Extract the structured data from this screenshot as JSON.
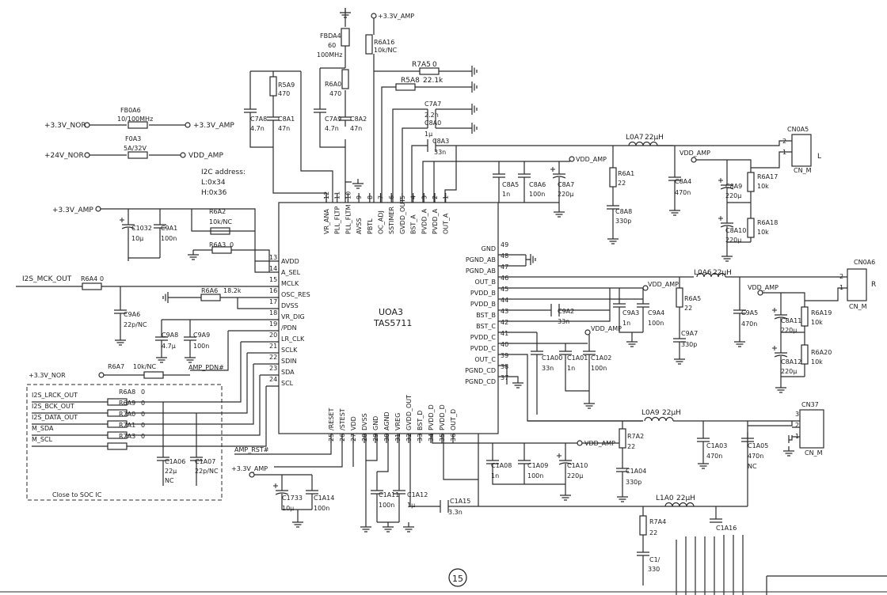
{
  "ic": {
    "ref": "UOA3",
    "part": "TAS5711"
  },
  "i2c": {
    "title": "I2C address:",
    "l": "L:0x34",
    "h": "H:0x36"
  },
  "page_number": "15",
  "soc_box_label": "Close to SOC IC",
  "nets": {
    "v33_nor": "+3.3V_NOR",
    "v33_amp": "+3.3V_AMP",
    "v24_nor": "+24V_NOR",
    "vdd_amp": "VDD_AMP",
    "i2s_mck_out": "I2S_MCK_OUT",
    "v33_amp_nor": "+3.3V_NOR",
    "amp_pdn": "AMP_PDN#",
    "amp_rst": "AMP_RST#",
    "i2s_lrck_out": "I2S_LRCK_OUT",
    "i2s_bck_out": "I2S_BCK_OUT",
    "i2s_data_out": "I2S_DATA_OUT",
    "m_sda": "M_SDA",
    "m_scl": "M_SCL"
  },
  "components": {
    "fb0a6": {
      "ref": "FB0A6",
      "val": "10/100MHz"
    },
    "f0a3": {
      "ref": "F0A3",
      "val": "5A/32V"
    },
    "fbda4": {
      "ref": "FBDA4",
      "val": "60",
      "val2": "100MHz"
    },
    "r6a16": {
      "ref": "R6A16",
      "val": "10k/NC"
    },
    "r5a9": {
      "ref": "R5A9",
      "val": "470"
    },
    "r6a0": {
      "ref": "R6A0",
      "val": "470"
    },
    "c7a8": {
      "ref": "C7A8",
      "val": "4.7n"
    },
    "c8a1": {
      "ref": "C8A1",
      "val": "47n"
    },
    "c7a9": {
      "ref": "C7A9",
      "val": "4.7n"
    },
    "c8a2": {
      "ref": "C8A2",
      "val": "47n"
    },
    "r7a5": {
      "ref": "R7A5",
      "val": "0"
    },
    "r5a8": {
      "ref": "R5A8",
      "val": "22.1k"
    },
    "c7a7": {
      "ref": "C7A7",
      "val": "2.2n"
    },
    "c8a0": {
      "ref": "C8A0",
      "val": "1µ"
    },
    "c8a3": {
      "ref": "C8A3",
      "val": "33n"
    },
    "c8a5": {
      "ref": "C8A5",
      "val": "1n"
    },
    "c8a6": {
      "ref": "C8A6",
      "val": "100n"
    },
    "c8a7": {
      "ref": "C8A7",
      "val": "220µ"
    },
    "r6a1": {
      "ref": "R6A1",
      "val": "22"
    },
    "c8a8": {
      "ref": "C8A8",
      "val": "330p"
    },
    "l0a7": {
      "ref": "L0A7",
      "val": "22µH"
    },
    "c8a4": {
      "ref": "C8A4",
      "val": "470n"
    },
    "c8a9": {
      "ref": "C8A9",
      "val": "220µ"
    },
    "r6a17": {
      "ref": "R6A17",
      "val": "10k"
    },
    "c8a10": {
      "ref": "C8A10",
      "val": "220µ"
    },
    "r6a18": {
      "ref": "R6A18",
      "val": "10k"
    },
    "cn0a5": {
      "ref": "CN0A5",
      "val": "CN_M",
      "side": "L"
    },
    "c1032": {
      "ref": "C1032",
      "val": "10µ"
    },
    "c9a1": {
      "ref": "C9A1",
      "val": "100n"
    },
    "r6a2": {
      "ref": "R6A2",
      "val": "10k/NC"
    },
    "r6a3": {
      "ref": "R6A3",
      "val": "0"
    },
    "r6a4": {
      "ref": "R6A4",
      "val": "0"
    },
    "r6a6": {
      "ref": "R6A6",
      "val": "18.2k"
    },
    "c9a6": {
      "ref": "C9A6",
      "val": "22p/NC"
    },
    "c9a8": {
      "ref": "C9A8",
      "val": "4.7µ"
    },
    "c9a9": {
      "ref": "C9A9",
      "val": "100n"
    },
    "r6a7": {
      "ref": "R6A7",
      "val": "10k/NC"
    },
    "r6a8": {
      "ref": "R6A8",
      "val": "0"
    },
    "r6a9": {
      "ref": "R6A9",
      "val": "0"
    },
    "r7a0": {
      "ref": "R7A0",
      "val": "0"
    },
    "r7a1": {
      "ref": "R7A1",
      "val": "0"
    },
    "r7a3": {
      "ref": "R7A3",
      "val": "0"
    },
    "c1a06": {
      "ref": "C1A06",
      "val": "22µ",
      "val2": "NC"
    },
    "c1a07": {
      "ref": "C1A07",
      "val": "22p/NC"
    },
    "c1733": {
      "ref": "C1733",
      "val": "10µ"
    },
    "c1a14": {
      "ref": "C1A14",
      "val": "100n"
    },
    "c1a11": {
      "ref": "C1A11",
      "val": "100n"
    },
    "c1a12": {
      "ref": "C1A12",
      "val": "1µ"
    },
    "c1a15": {
      "ref": "C1A15",
      "val": "3.3n"
    },
    "l0a6": {
      "ref": "L0A6",
      "val": "22µH"
    },
    "cn0a6": {
      "ref": "CN0A6",
      "val": "CN_M",
      "side": "R"
    },
    "r6a5": {
      "ref": "R6A5",
      "val": "22"
    },
    "c9a7": {
      "ref": "C9A7",
      "val": "330p"
    },
    "c9a5": {
      "ref": "C9A5",
      "val": "470n"
    },
    "c8a11": {
      "ref": "C8A11",
      "val": "220µ"
    },
    "r6a19": {
      "ref": "R6A19",
      "val": "10k"
    },
    "c8a12": {
      "ref": "C8A12",
      "val": "220µ"
    },
    "r6a20": {
      "ref": "R6A20",
      "val": "10k"
    },
    "c9a2": {
      "ref": "C9A2",
      "val": "33n"
    },
    "c9a3": {
      "ref": "C9A3",
      "val": "1n"
    },
    "c9a4": {
      "ref": "C9A4",
      "val": "100n"
    },
    "c1a00": {
      "ref": "C1A00",
      "val": "33n"
    },
    "c1a01": {
      "ref": "C1A01",
      "val": "1n"
    },
    "c1a02": {
      "ref": "C1A02",
      "val": "100n"
    },
    "l0a9": {
      "ref": "L0A9",
      "val": "22µH"
    },
    "cn37": {
      "ref": "CN37",
      "val": "CN_M"
    },
    "r7a2": {
      "ref": "R7A2",
      "val": "22"
    },
    "c1a04": {
      "ref": "C1A04",
      "val": "330p"
    },
    "c1a03": {
      "ref": "C1A03",
      "val": "470n"
    },
    "c1a05": {
      "ref": "C1A05",
      "val": "470n",
      "val2": "NC"
    },
    "c1a08": {
      "ref": "C1A08",
      "val": "1n"
    },
    "c1a09": {
      "ref": "C1A09",
      "val": "100n"
    },
    "c1a10": {
      "ref": "C1A10",
      "val": "220µ"
    },
    "l1a0": {
      "ref": "L1A0",
      "val": "22µH"
    },
    "r7a4": {
      "ref": "R7A4",
      "val": "22"
    },
    "c1a16": {
      "ref": "C1A16"
    },
    "c1a_bot": {
      "ref": "C1/",
      "val": "330"
    }
  },
  "pins_top": [
    {
      "n": "12",
      "s": "VR_ANA"
    },
    {
      "n": "11",
      "s": "PLL_FLTP"
    },
    {
      "n": "10",
      "s": "PLL_FLTM"
    },
    {
      "n": "9",
      "s": "AVSS"
    },
    {
      "n": "8",
      "s": "PBTL"
    },
    {
      "n": "7",
      "s": "OC_ADJ"
    },
    {
      "n": "6",
      "s": "SSTIMER"
    },
    {
      "n": "5",
      "s": "GVDD_OUT"
    },
    {
      "n": "4",
      "s": "BST_A"
    },
    {
      "n": "3",
      "s": "PVDD_A"
    },
    {
      "n": "2",
      "s": "PVDD_A"
    },
    {
      "n": "1",
      "s": "OUT_A"
    }
  ],
  "pins_left": [
    {
      "n": "13",
      "s": "AVDD"
    },
    {
      "n": "14",
      "s": "A_SEL"
    },
    {
      "n": "15",
      "s": "MCLK"
    },
    {
      "n": "16",
      "s": "OSC_RES"
    },
    {
      "n": "17",
      "s": "DVSS"
    },
    {
      "n": "18",
      "s": "VR_DIG"
    },
    {
      "n": "19",
      "s": "/PDN"
    },
    {
      "n": "20",
      "s": "LR_CLK"
    },
    {
      "n": "21",
      "s": "SCLK"
    },
    {
      "n": "22",
      "s": "SDIN"
    },
    {
      "n": "23",
      "s": "SDA"
    },
    {
      "n": "24",
      "s": "SCL"
    }
  ],
  "pins_right": [
    {
      "n": "49",
      "s": "GND"
    },
    {
      "n": "48",
      "s": "PGND_AB"
    },
    {
      "n": "47",
      "s": "PGND_AB"
    },
    {
      "n": "46",
      "s": "OUT_B"
    },
    {
      "n": "45",
      "s": "PVDD_B"
    },
    {
      "n": "44",
      "s": "PVDD_B"
    },
    {
      "n": "43",
      "s": "BST_B"
    },
    {
      "n": "42",
      "s": "BST_C"
    },
    {
      "n": "41",
      "s": "PVDD_C"
    },
    {
      "n": "40",
      "s": "PVDD_C"
    },
    {
      "n": "39",
      "s": "OUT_C"
    },
    {
      "n": "38",
      "s": "PGND_CD"
    },
    {
      "n": "37",
      "s": "PGND_CD"
    }
  ],
  "pins_bottom": [
    {
      "n": "25",
      "s": "/RESET"
    },
    {
      "n": "26",
      "s": "/STEST"
    },
    {
      "n": "27",
      "s": "VDD"
    },
    {
      "n": "28",
      "s": "DVSS"
    },
    {
      "n": "29",
      "s": "GND"
    },
    {
      "n": "30",
      "s": "AGND"
    },
    {
      "n": "31",
      "s": "VREG"
    },
    {
      "n": "32",
      "s": "GVDD_OUT"
    },
    {
      "n": "33",
      "s": "BST_D"
    },
    {
      "n": "34",
      "s": "PVDD_D"
    },
    {
      "n": "35",
      "s": "PVDD_D"
    },
    {
      "n": "36",
      "s": "OUT_D"
    }
  ]
}
